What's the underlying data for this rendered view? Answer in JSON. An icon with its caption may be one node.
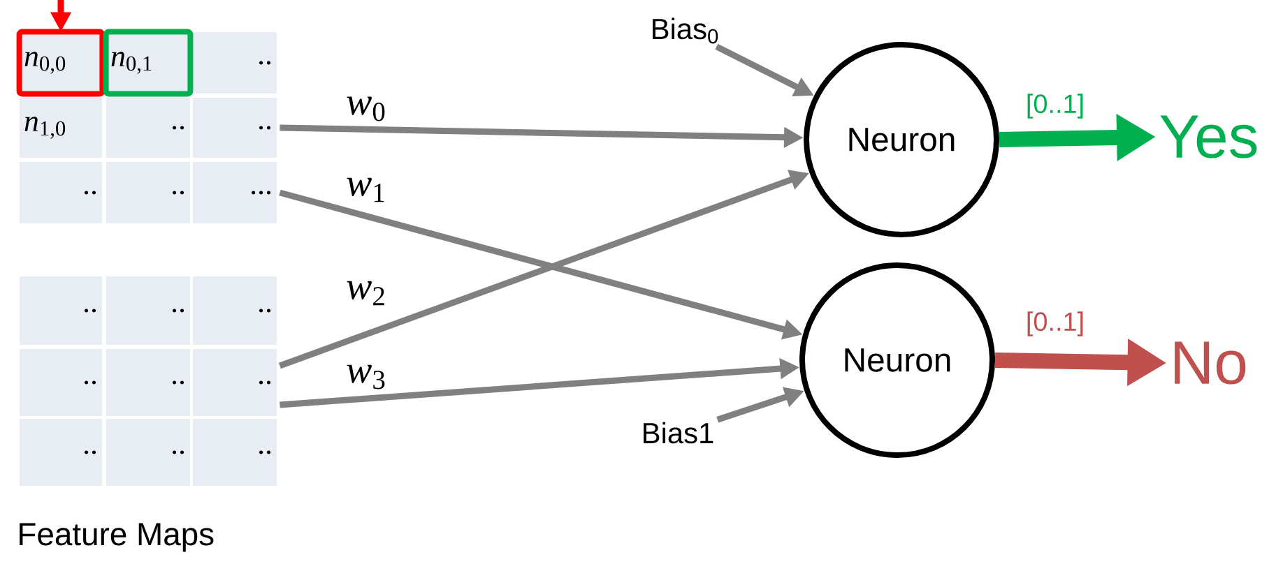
{
  "diagram": {
    "nodes": [
      {
        "text": [
          "*n*$_{0,0}$"
        ]
      },
      {
        "text": [
          "*n*$_{0,1}$"
        ]
      },
      {
        "text": [
          ".."
        ]
      },
      {
        "text": [
          "*n*$_{1,0}$"
        ]
      },
      {
        "text": [
          ".."
        ]
      },
      {
        "text": [
          ".."
        ]
      },
      {
        "text": [
          ".."
        ]
      },
      {
        "text": [
          ".."
        ]
      },
      {
        "text": [
          "..."
        ]
      },
      {
        "text": [
          ".."
        ]
      },
      {
        "text": [
          ".."
        ]
      },
      {
        "text": [
          ".."
        ]
      },
      {
        "text": [
          ".."
        ]
      },
      {
        "text": [
          ".."
        ]
      },
      {
        "text": [
          ".."
        ]
      },
      {
        "text": [
          ".."
        ]
      },
      {
        "text": [
          ".."
        ]
      },
      {
        "text": [
          ".."
        ]
      },
      {
        "text": [
          "Bias$_{0}$"
        ]
      },
      {
        "text": [
          "Neuron"
        ]
      },
      {
        "text": [
          "Yes"
        ]
      },
      {
        "text": [
          "Neuron"
        ]
      },
      {
        "text": [
          "No"
        ]
      },
      {
        "text": [
          "Bias1"
        ]
      }
    ],
    "edges": [
      {
        "from": null,
        "to": 0,
        "arrow": "to",
        "color": "#ff0000"
      },
      {
        "from": 5,
        "to": 19,
        "arrow": "to",
        "label": "*w*$_{0}$"
      },
      {
        "from": 8,
        "to": 21,
        "arrow": "to",
        "label": "*w*$_{1}$"
      },
      {
        "from": 14,
        "to": 19,
        "arrow": "to",
        "label": "*w*$_{2}$"
      },
      {
        "from": 14,
        "to": 21,
        "arrow": "to",
        "label": "*w*$_{3}$"
      },
      {
        "from": 18,
        "to": 19,
        "arrow": "to"
      },
      {
        "from": 23,
        "to": 21,
        "arrow": "to"
      },
      {
        "from": 19,
        "to": 20,
        "arrow": "to",
        "label": "[0..1]",
        "style": "thick",
        "color": "#00b050"
      },
      {
        "from": 21,
        "to": 22,
        "arrow": "to",
        "label": "[0..1]",
        "style": "thick",
        "color": "#c0504d"
      }
    ],
    "labels": [
      "Feature Maps"
    ]
  }
}
